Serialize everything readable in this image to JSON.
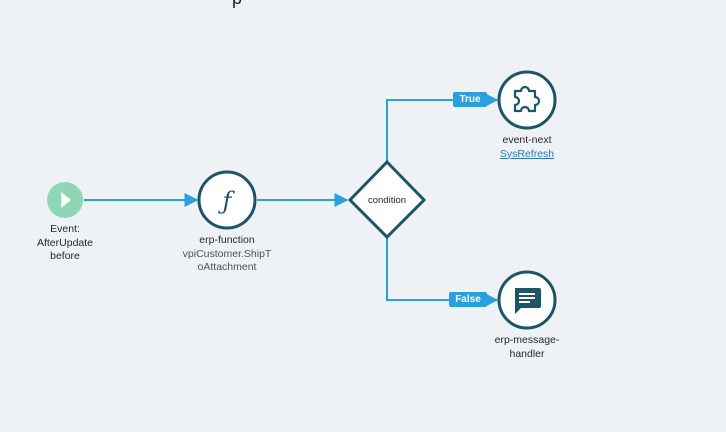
{
  "header": {
    "title_fragment": "p"
  },
  "nodes": {
    "event": {
      "line1": "Event:",
      "line2": "AfterUpdate",
      "line3": "before"
    },
    "erp_function": {
      "title": "erp-function",
      "sub1": "vpiCustomer.ShipT",
      "sub2": "oAttachment",
      "icon": "function-icon"
    },
    "condition": {
      "label": "condition"
    },
    "event_next": {
      "title": "event-next",
      "link": "SysRefresh",
      "icon": "puzzle-icon"
    },
    "message_handler": {
      "title1": "erp-message-",
      "title2": "handler",
      "icon": "chat-message-icon"
    }
  },
  "branches": {
    "true_label": "True",
    "false_label": "False"
  },
  "colors": {
    "background": "#eff2f5",
    "edge": "#2aa0dc",
    "node_border": "#1e5566",
    "node_fill": "#ffffff",
    "start_node": "#8fd6b4",
    "badge": "#2aa0dc"
  }
}
